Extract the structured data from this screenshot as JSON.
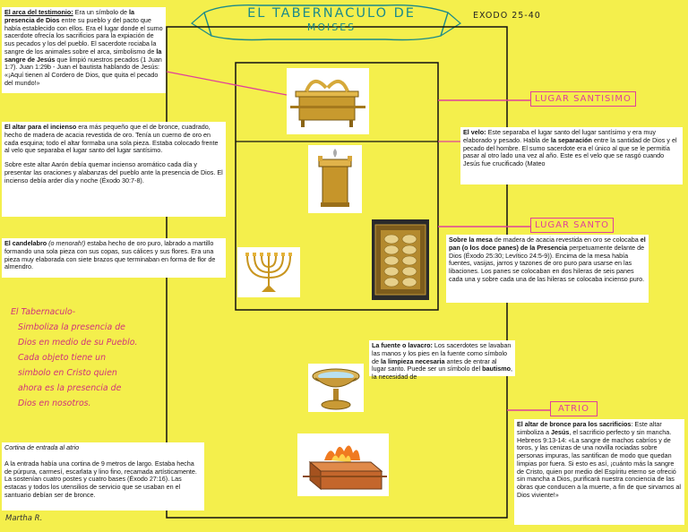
{
  "title": {
    "line1": "EL TABERNACULO DE",
    "line2": "MOISES"
  },
  "reference": "EXODO 25-40",
  "labels": {
    "santisimo": "LUGAR SANTISIMO",
    "santo": "LUGAR SANTO",
    "atrio": "ATRIO"
  },
  "notes": {
    "arca": {
      "title": "El arca del testimonio:",
      "text1": " Era un símbolo de ",
      "bold1": "la presencia de Dios",
      "text2": " entre su pueblo y del pacto que había establecido con ellos. Era el lugar donde el sumo sacerdote ofrecía los sacrificios para la expiación de sus pecados y los del pueblo. El sacerdote rociaba la sangre de los animales sobre el arca, simbolismo de ",
      "bold2": "la sangre de Jesús",
      "text3": " que limpió nuestros pecados (1 Juan 1:7). Juan 1:29b - Juan el bautista hablando de Jesús: «¡Aquí tienen al Cordero de Dios, que quita el pecado del mundo!»"
    },
    "incienso": {
      "title": "El altar para el incienso",
      "text1": " era más pequeño que el de bronce, cuadrado, hecho de madera de acacia revestida de oro. Tenía un cuerno de oro en cada esquina; todo el altar formaba una sola pieza. Estaba colocado frente al velo que separaba el lugar santo del lugar santísimo.",
      "text2": "Sobre este altar Aarón debía quemar incienso aromático cada día y presentar las oraciones y alabanzas del pueblo ante la presencia de Dios. El incienso debía arder día y noche (Éxodo 30:7-8)."
    },
    "candelabro": {
      "title": "El candelabro",
      "italic": " (o menorah!)",
      "text": " estaba hecho de oro puro, labrado a martillo formando una sola pieza con sus copas, sus cálices y sus flores. Era una pieza muy elaborada con siete brazos que terminaban en forma de flor de almendro."
    },
    "velo": {
      "title": "El velo:",
      "text1": " Este separaba el lugar santo del lugar santísimo y era muy elaborado y pesado. Habla de ",
      "bold1": "la separación",
      "text2": " entre la santidad de Dios y el pecado del hombre. El sumo sacerdote era el único al que se le permitía pasar al otro lado una vez al año. Este es el velo que se rasgó cuando Jesús fue crucificado (Mateo"
    },
    "mesa": {
      "title": "Sobre la mesa",
      "text1": " de madera de acacia revestida en oro se colocaba ",
      "bold1": "el pan (o los doce panes) de la Presencia",
      "text2": " perpetuamente delante de Dios (Éxodo 25:30; Levítico 24:5-9)). Encima de la mesa había fuentes, vasijas, jarros y tazones de oro puro para usarse en las libaciones. Los panes se colocaban en dos hileras de seis panes cada una y sobre cada una de las hileras se colocaba incienso puro."
    },
    "fuente": {
      "title": "La fuente o lavacro:",
      "text1": " Los sacerdotes se lavaban las manos y los pies en la fuente como símbolo de ",
      "bold1": "la limpieza necesaria",
      "text2": " antes de entrar al lugar santo. Puede ser un símbolo del ",
      "bold2": "bautismo",
      "text3": ", la necesidad de"
    },
    "bronce": {
      "title": "El altar de bronce para los sacrificios",
      "text1": ": Este altar simboliza a ",
      "bold1": "Jesús",
      "text2": ", el sacrificio perfecto y sin mancha. Hebreos 9:13-14: «La sangre de machos cabríos y de toros, y las cenizas de una novilla rociadas sobre personas impuras, las santifican de modo que quedan limpias por fuera. Si esto es así, ¡cuánto más la sangre de Cristo, quien por medio del Espíritu eterno se ofreció sin mancha a Dios, purificará nuestra conciencia de las obras que conducen a la muerte, a fin de que sirvamos al Dios viviente!»"
    },
    "cortina": {
      "title": "Cortina de entrada al atrio",
      "text": "A la entrada había una cortina de 9 metros de largo. Estaba hecha de púrpura, carmesí, escarlata y lino fino, recamada artísticamente. La sostenían cuatro postes y cuatro bases (Éxodo 27:16). Las estacas y todos los utensilios de servicio que se usaban en el santuario debían ser de bronce."
    }
  },
  "handwritten": {
    "lines": [
      "El Tabernaculo-",
      "Simboliza la presencia de",
      "Dios en medio de su Pueblo.",
      "Cada objeto tiene un",
      "simbolo en Cristo quien",
      "ahora es la presencia de",
      "Dios en nosotros."
    ]
  },
  "signature": "Martha R.",
  "colors": {
    "paper": "#f4ef4c",
    "pink": "#e0409a",
    "handwriting": "#d0337a",
    "outline": "#222222",
    "frame": "#111111"
  }
}
